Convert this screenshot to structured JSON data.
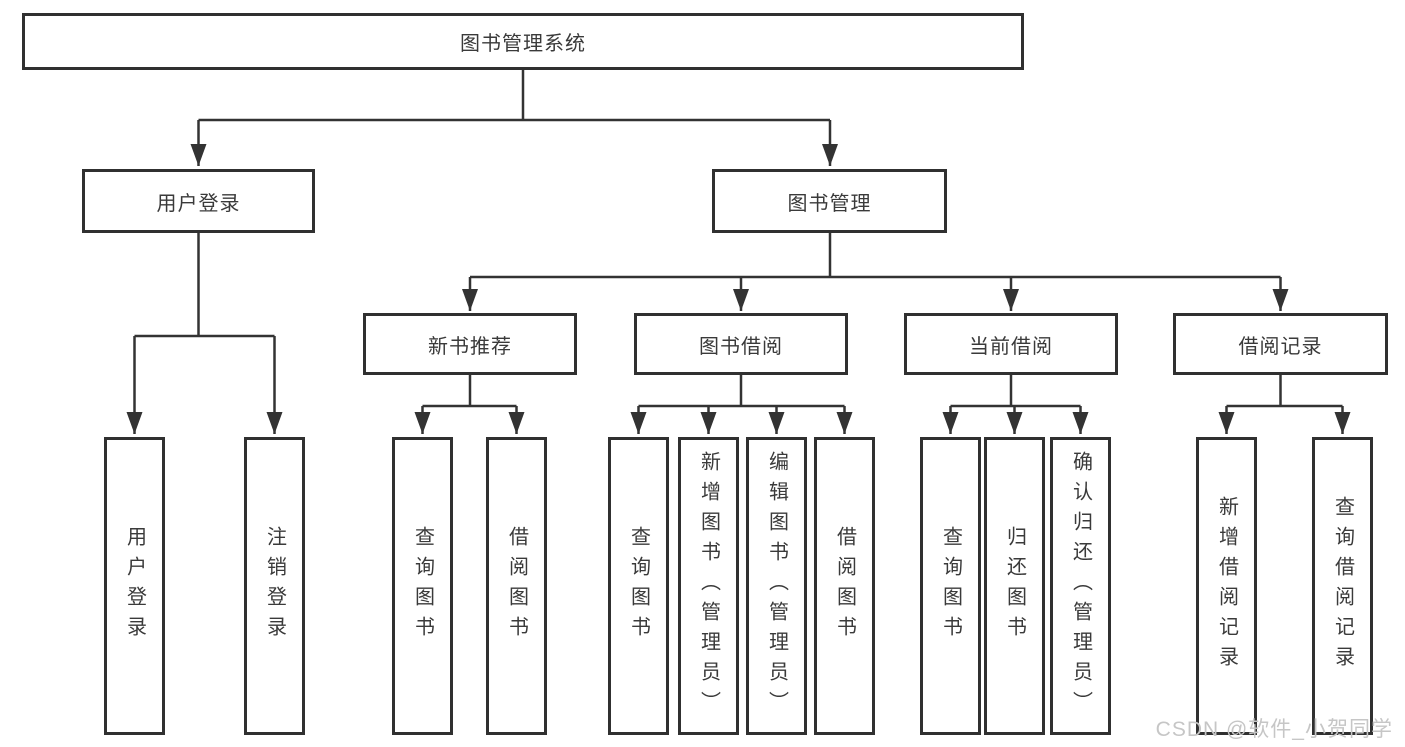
{
  "colors": {
    "line": "#333333",
    "box_border": "#303030",
    "text": "#3a3a3a",
    "watermark": "#c6c6c6",
    "background": "#ffffff"
  },
  "diagram": {
    "root": {
      "label": "图书管理系统"
    },
    "level2": [
      {
        "label": "用户登录"
      },
      {
        "label": "图书管理"
      }
    ],
    "level3": [
      {
        "label": "新书推荐"
      },
      {
        "label": "图书借阅"
      },
      {
        "label": "当前借阅"
      },
      {
        "label": "借阅记录"
      }
    ],
    "leaves": {
      "user_login": [
        "用户登录",
        "注销登录"
      ],
      "new_book_recommend": [
        "查询图书",
        "借阅图书"
      ],
      "book_borrow": [
        "查询图书",
        "新增图书（管理员）",
        "编辑图书（管理员）",
        "借阅图书"
      ],
      "current_borrow": [
        "查询图书",
        "归还图书",
        "确认归还（管理员）"
      ],
      "borrow_record": [
        "新增借阅记录",
        "查询借阅记录"
      ]
    }
  },
  "watermark": {
    "text": "CSDN @软件_小贺同学"
  }
}
